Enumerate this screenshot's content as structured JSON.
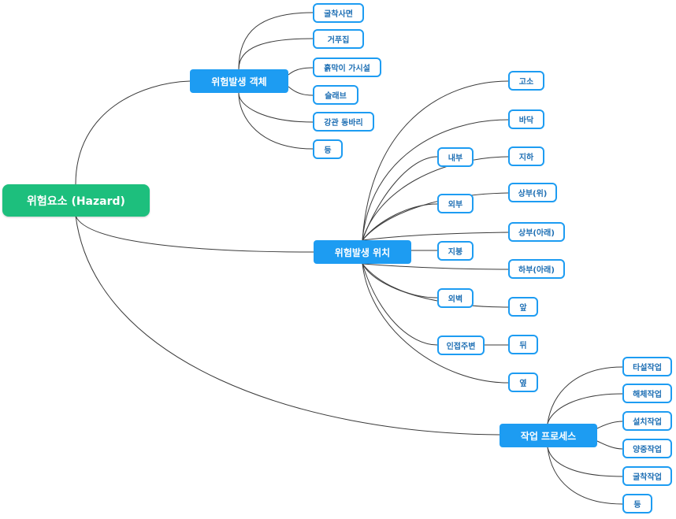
{
  "root": {
    "label": "위험요소 (Hazard)"
  },
  "branches": {
    "object": {
      "label": "위험발생 객체",
      "items": [
        "굴착사면",
        "거푸집",
        "흙막이 가시설",
        "슬래브",
        "강관 동바리",
        "등"
      ]
    },
    "location": {
      "label": "위험발생 위치",
      "left_items": [
        "내부",
        "외부",
        "지붕",
        "외벽",
        "인접주변"
      ],
      "right_items": [
        "고소",
        "바닥",
        "지하",
        "상부(위)",
        "상부(아래)",
        "하부(아래)",
        "앞",
        "뒤",
        "옆"
      ]
    },
    "process": {
      "label": "작업 프로세스",
      "items": [
        "타설작업",
        "해체작업",
        "설치작업",
        "양중작업",
        "굴착작업",
        "등"
      ]
    }
  },
  "colors": {
    "root": "#1dbf7d",
    "branch": "#1d9cf2",
    "leaf_border": "#1d9cf2",
    "leaf_text": "#1e6fb4",
    "line": "#3a3a3a"
  }
}
